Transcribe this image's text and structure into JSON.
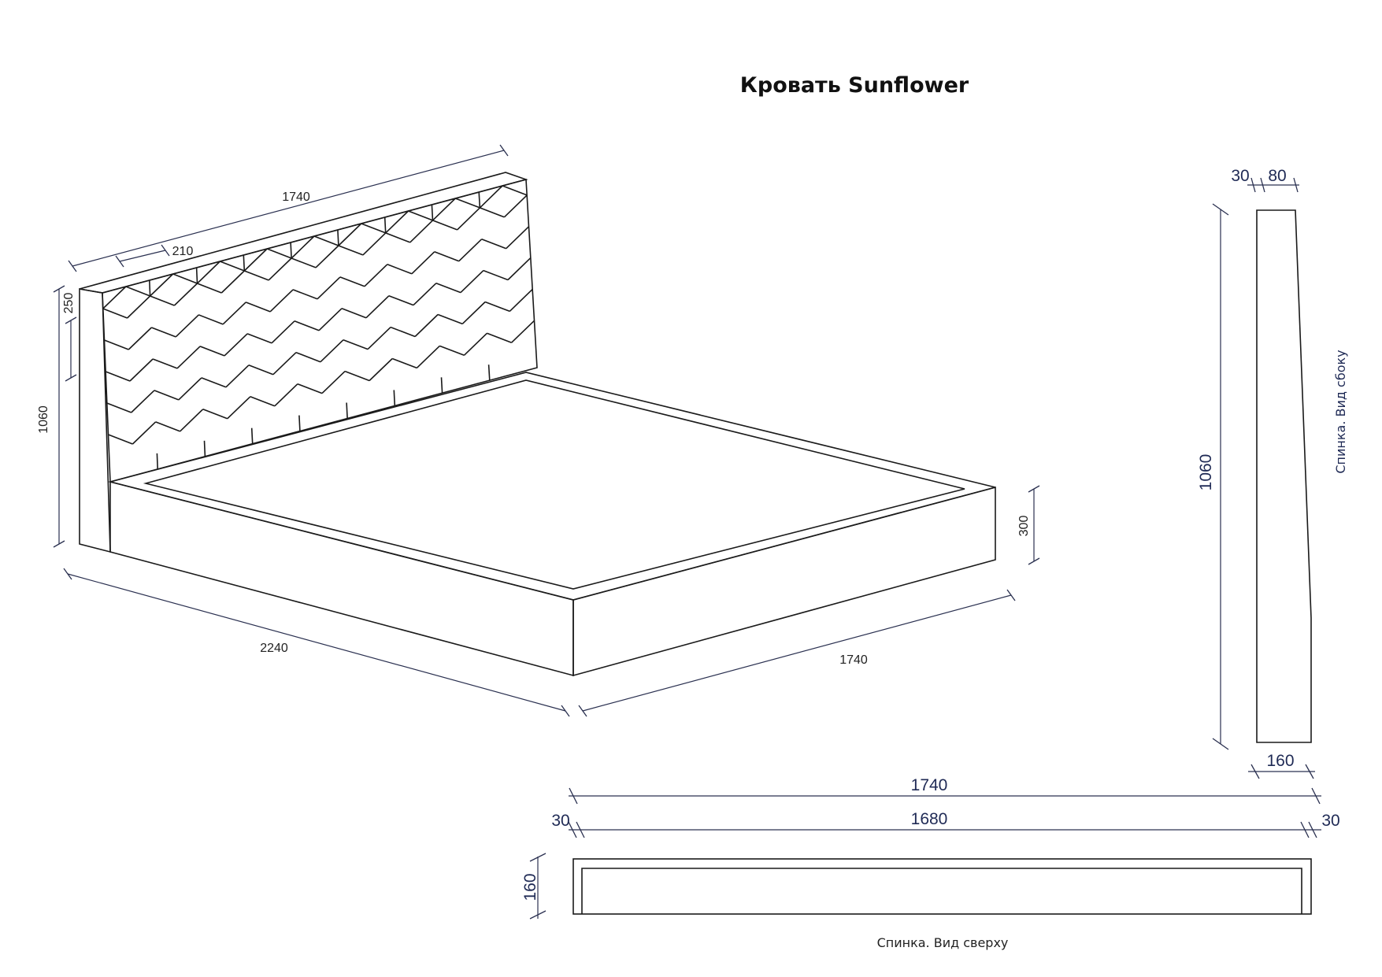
{
  "title": "Кровать Sunflower",
  "iso": {
    "headboard_width": "1740",
    "panel_width": "210",
    "panel_height": "250",
    "headboard_height": "1060",
    "frame_height": "300",
    "bed_length": "2240",
    "bed_width": "1740"
  },
  "side_view": {
    "caption": "Спинка. Вид сбоку",
    "top_thin": "30",
    "top_thick": "80",
    "height": "1060",
    "bottom": "160"
  },
  "top_view": {
    "caption": "Спинка. Вид сверху",
    "total_width": "1740",
    "inner_width": "1680",
    "left_wall": "30",
    "right_wall": "30",
    "depth": "160"
  }
}
